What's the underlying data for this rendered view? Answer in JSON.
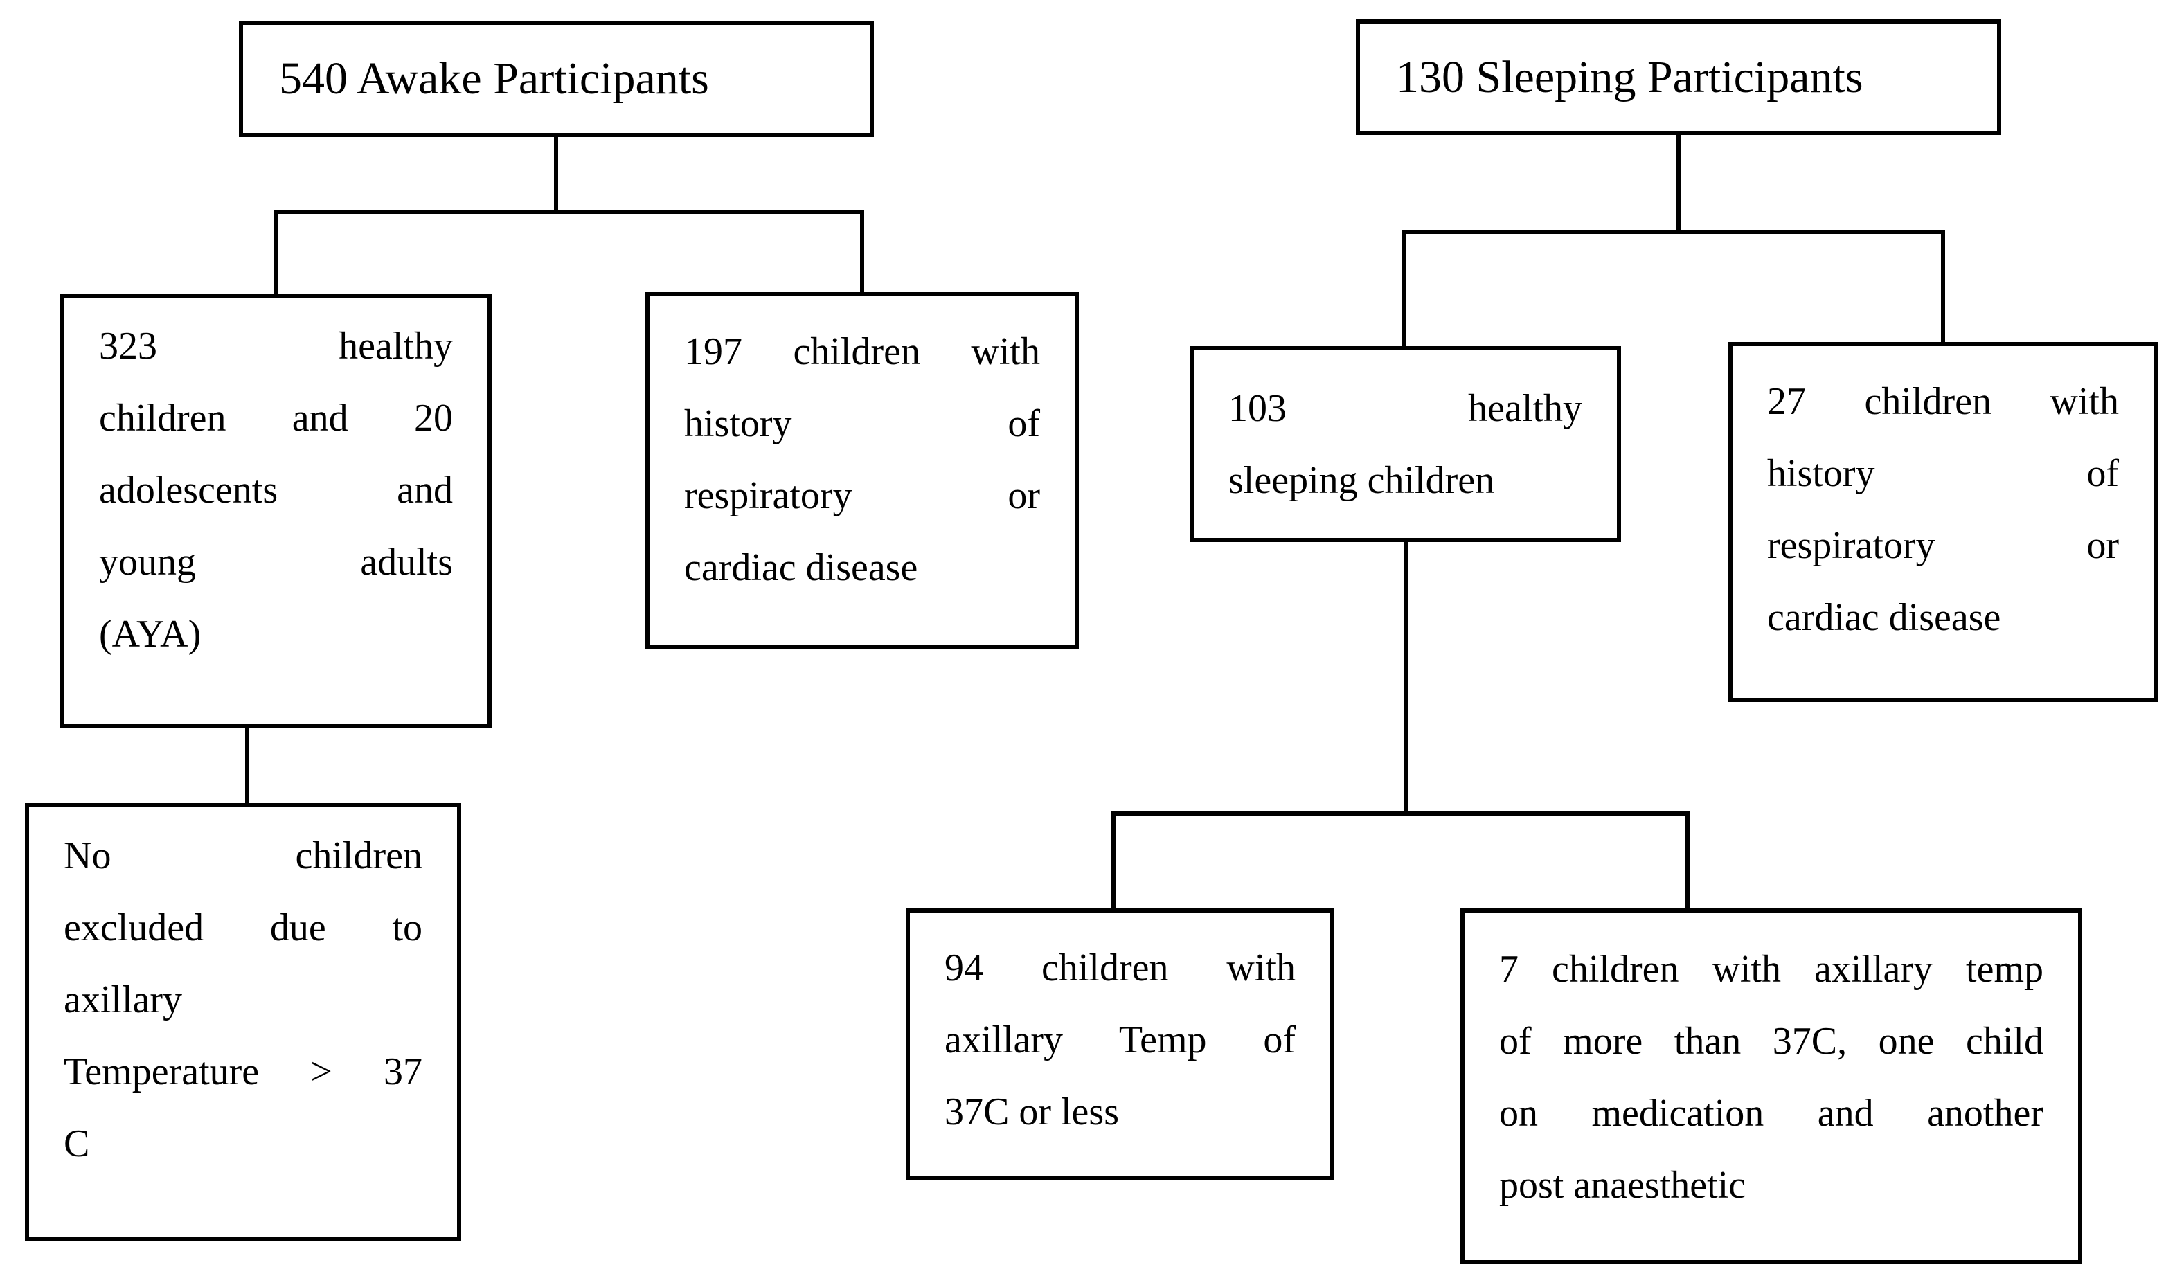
{
  "colors": {
    "background": "#ffffff",
    "box_border": "#000000",
    "connector": "#000000",
    "text": "#000000"
  },
  "diagram": {
    "type": "flowchart",
    "boxes": {
      "awake_total": {
        "text": "540 Awake Participants"
      },
      "awake_healthy": {
        "text": "323 healthy children and 20 adolescents and young adults (AYA)",
        "lines": [
          "323 healthy",
          "children and 20",
          "adolescents and",
          "young adults",
          "(AYA)"
        ]
      },
      "awake_disease": {
        "text": "197 children with history of respiratory or cardiac disease",
        "lines": [
          "197 children with",
          "history of",
          "respiratory or",
          "cardiac disease"
        ]
      },
      "awake_excluded": {
        "text": "No children excluded due to axillary Temperature > 37 C",
        "lines": [
          "No children",
          "excluded due to",
          "axillary",
          "Temperature > 37",
          "C"
        ]
      },
      "sleeping_total": {
        "text": "130 Sleeping Participants"
      },
      "sleeping_healthy": {
        "text": "103 healthy sleeping children",
        "lines": [
          "103 healthy",
          "sleeping children"
        ]
      },
      "sleeping_disease": {
        "text": "27 children with history of respiratory or cardiac disease",
        "lines": [
          "27 children with",
          "history of",
          "respiratory or",
          "cardiac disease"
        ]
      },
      "sleeping_temp_normal": {
        "text": "94 children with axillary Temp of 37C or less",
        "lines": [
          "94 children with",
          "axillary Temp of",
          "37C or less"
        ]
      },
      "sleeping_temp_high": {
        "text": "7 children with axillary temp of more than 37C, one child on medication and another post anaesthetic",
        "lines": [
          "7 children with axillary temp",
          "of more than 37C, one child",
          "on medication and another",
          "post anaesthetic"
        ]
      }
    },
    "edges": [
      [
        "awake_total",
        "awake_healthy"
      ],
      [
        "awake_total",
        "awake_disease"
      ],
      [
        "awake_healthy",
        "awake_excluded"
      ],
      [
        "sleeping_total",
        "sleeping_healthy"
      ],
      [
        "sleeping_total",
        "sleeping_disease"
      ],
      [
        "sleeping_healthy",
        "sleeping_temp_normal"
      ],
      [
        "sleeping_healthy",
        "sleeping_temp_high"
      ]
    ]
  }
}
